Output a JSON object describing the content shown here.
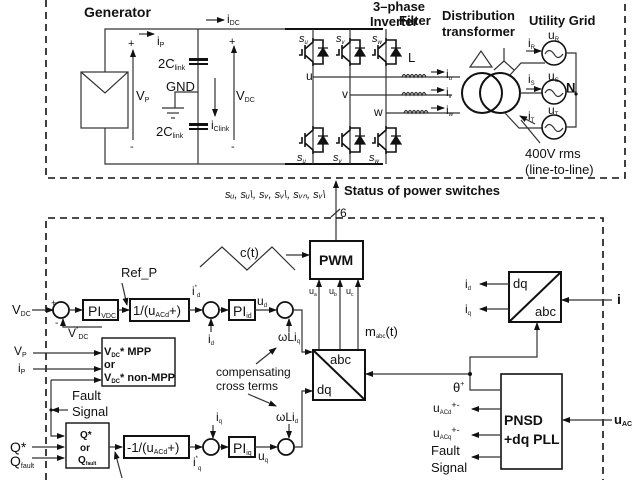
{
  "power_stage": {
    "generator_label": "Generator",
    "inverter_label_1": "3–phase",
    "inverter_label_2": "Inverter",
    "filter_label": "Filter",
    "transformer_label_1": "Distribution",
    "transformer_label_2": "transformer",
    "grid_label": "Utility Grid",
    "i_dc": "i",
    "i_dc_sub": "DC",
    "i_p": "i",
    "i_p_sub": "P",
    "v_p": "V",
    "v_p_sub": "P",
    "v_dc": "V",
    "v_dc_sub": "DC",
    "cap_top": "2C",
    "cap_top_sub": "link",
    "cap_bot": "2C",
    "cap_bot_sub": "link",
    "gnd": "GND",
    "i_clink": "i",
    "i_clink_sub": "Clink",
    "plus": "+",
    "minus": "-",
    "switches_top": [
      "s",
      "s",
      "s"
    ],
    "switches_top_sub": [
      "u",
      "v",
      "w"
    ],
    "switches_bot_sub": [
      "u",
      "v",
      "w"
    ],
    "phase_nodes": [
      "u",
      "v",
      "w"
    ],
    "inductor_label": "L",
    "phase_currents": [
      "i",
      "i",
      "i"
    ],
    "phase_currents_sub": [
      "u",
      "v",
      "w"
    ],
    "grid_currents": [
      "i",
      "i",
      "i"
    ],
    "grid_currents_sub": [
      "R",
      "S",
      "T"
    ],
    "grid_voltages": [
      "u",
      "u",
      "u"
    ],
    "grid_voltages_sub": [
      "R",
      "S",
      "T"
    ],
    "neutral": "N",
    "voltage_note_1": "400V rms",
    "voltage_note_2": "(line-to-line)"
  },
  "interface": {
    "switch_signals": "sᵤ, sᵤ\\, sᵥ, sᵥ\\, sᵥₙ, sᵥ\\",
    "status_label": "Status of power switches",
    "bus_width": "6"
  },
  "control": {
    "v_dc_in": "V",
    "v_dc_in_sub": "DC",
    "v_dc_ref": "V",
    "v_dc_ref_sup": "*",
    "v_dc_ref_sub": "DC",
    "pi_vdc": "PI",
    "pi_vdc_sub": "VDC",
    "ref_p": "Ref_P",
    "inv_block_d": "1/(u",
    "inv_block_d_sub": "ACd",
    "inv_block_d_end": "+)",
    "id_ref": "i",
    "id_ref_sub": "d",
    "id_fb": "i",
    "id_fb_sub": "d",
    "pi_id": "PI",
    "pi_id_sub": "id",
    "ud": "u",
    "ud_sub": "d",
    "carrier": "c(t)",
    "pwm": "PWM",
    "ua": "u",
    "ua_sub": "a",
    "ub": "u",
    "ub_sub": "b",
    "uc": "u",
    "uc_sub": "c",
    "mabc": "m",
    "mabc_sub": "abc",
    "mabc_end": "(t)",
    "wLiq": "ωLi",
    "wLiq_sub": "q",
    "wLid": "ωLi",
    "wLid_sub": "d",
    "comp_1": "compensating",
    "comp_2": "cross terms",
    "v_p_in": "V",
    "v_p_in_sub": "P",
    "i_p_in": "i",
    "i_p_in_sub": "P",
    "mpp_1": "V",
    "mpp_1_sub": "DC",
    "mpp_1_end": "* MPP",
    "mpp_2": "or",
    "mpp_3": "V",
    "mpp_3_sub": "DC",
    "mpp_3_end": "* non-MPP",
    "fault_1": "Fault",
    "fault_2": "Signal",
    "q_star": "Q*",
    "q_fault": "Q",
    "q_fault_sub": "fault",
    "q_box_1": "Q*",
    "q_box_2": "or",
    "q_box_3": "Q",
    "q_box_3_sub": "fault",
    "inv_block_q": "-1/(u",
    "inv_block_q_sub": "ACd",
    "inv_block_q_end": "+)",
    "iq_ref": "i",
    "iq_ref_sub": "q",
    "iq_fb": "i",
    "iq_fb_sub": "q",
    "pi_iq": "PI",
    "pi_iq_sub": "iq",
    "uq": "u",
    "uq_sub": "q",
    "dq_abc_dq": "dq",
    "dq_abc_abc": "abc",
    "abc_dq_abc": "abc",
    "abc_dq_dq": "dq",
    "id_out": "i",
    "id_out_sub": "d",
    "iq_out": "i",
    "iq_out_sub": "q",
    "i_in": "i",
    "theta": "θ",
    "theta_sup": "+",
    "uacd_out": "u",
    "uacd_out_sub": "ACd",
    "uacd_out_sup": "+-",
    "uacq_out": "u",
    "uacq_out_sub": "ACq",
    "uacq_out_sup": "+-",
    "fault_out_1": "Fault",
    "fault_out_2": "Signal",
    "pll_1": "PNSD",
    "pll_2": "+dq PLL",
    "uac_in": "u",
    "uac_in_sub": "AC"
  }
}
